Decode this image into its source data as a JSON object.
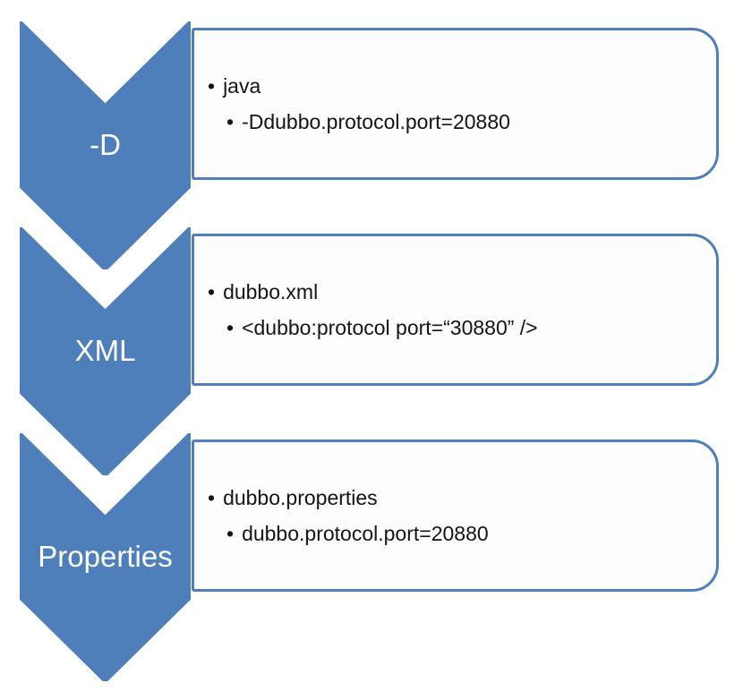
{
  "diagram": {
    "accent_color": "#4e7fba",
    "box_border_color": "#4e7fba",
    "bullet_glyph": "•",
    "items": [
      {
        "label": "-D",
        "lines": [
          "java",
          "-Ddubbo.protocol.port=20880"
        ]
      },
      {
        "label": "XML",
        "lines": [
          "dubbo.xml",
          "<dubbo:protocol port=“30880” />"
        ]
      },
      {
        "label": "Properties",
        "lines": [
          "dubbo.properties",
          "dubbo.protocol.port=20880"
        ]
      }
    ]
  }
}
